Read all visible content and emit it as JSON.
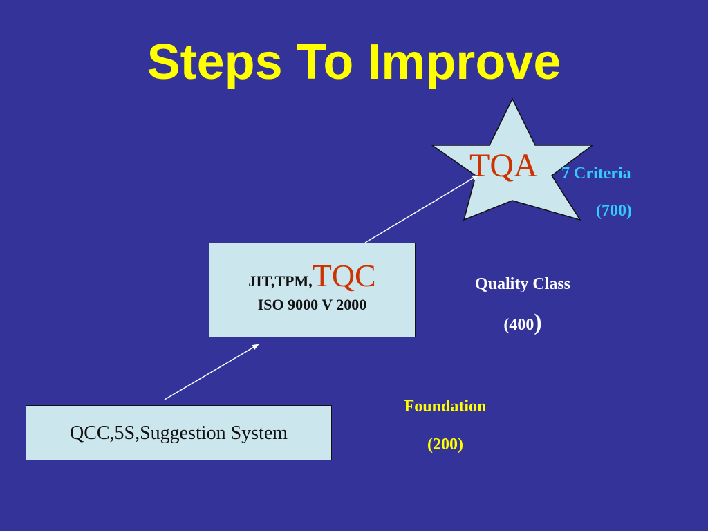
{
  "slide": {
    "title": "Steps To Improve"
  },
  "top_tier": {
    "label": "TQA",
    "criteria": "7 Criteria",
    "score": "(700)"
  },
  "middle_tier": {
    "prefix": "JIT,TPM,",
    "highlight": "TQC",
    "subtitle": "ISO 9000 V 2000",
    "level_name": "Quality Class",
    "score_open": "(400",
    "score_close": ")"
  },
  "base_tier": {
    "label": "QCC,5S,Suggestion  System",
    "level_name": "Foundation",
    "score": "(200)"
  },
  "colors": {
    "background": "#333399",
    "title": "#ffff00",
    "box_fill": "#cce6ee",
    "accent_red": "#cc3300",
    "criteria_cyan": "#33ccff",
    "quality_white": "#ffffff",
    "foundation_yellow": "#ffff00"
  }
}
